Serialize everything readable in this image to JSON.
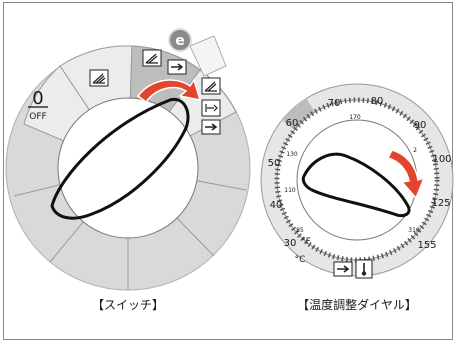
{
  "switch": {
    "off_value": "0",
    "off_label": "OFF",
    "eco_badge": "e",
    "caption": "【スイッチ】"
  },
  "temp_dial": {
    "fahrenheit_unit": "°F",
    "celsius_unit": "°C",
    "outer_labels": [
      "30",
      "40",
      "50",
      "60",
      "70",
      "80",
      "90",
      "100",
      "125",
      "155"
    ],
    "inner_labels": [
      "85",
      "110",
      "130",
      "170",
      "310"
    ],
    "inner_partial": [
      "2"
    ],
    "caption": "【温度調整ダイヤル】"
  },
  "colors": {
    "ring_gray": "#d9d9d9",
    "ring_dark": "#bdbdbd",
    "arrow_red": "#e4432e",
    "line": "#111111"
  },
  "icons": {
    "segments": [
      "cooling-fan-icon",
      "steam-icon",
      "heater-icon",
      "fan-only-icon"
    ],
    "dial_icons": [
      "fan-mode-icon",
      "thermometer-icon"
    ]
  }
}
